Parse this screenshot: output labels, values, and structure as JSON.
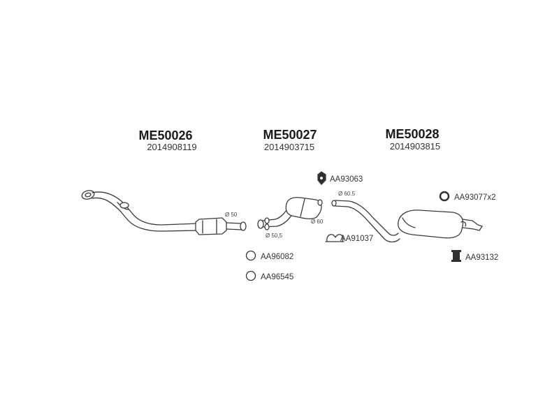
{
  "assemblies": [
    {
      "code": "ME50026",
      "ref": "2014908119"
    },
    {
      "code": "ME50027",
      "ref": "2014903715"
    },
    {
      "code": "ME50028",
      "ref": "2014903815"
    }
  ],
  "dimensions": {
    "d1": "Ø 50",
    "d2": "Ø 50,5",
    "d3": "Ø 60",
    "d4": "Ø 60.5"
  },
  "parts": {
    "aa93063": "AA93063",
    "aa91037": "AA91037",
    "aa93077": "AA93077x2",
    "aa93132": "AA93132",
    "aa96082": "AA96082",
    "aa96545": "AA96545"
  }
}
